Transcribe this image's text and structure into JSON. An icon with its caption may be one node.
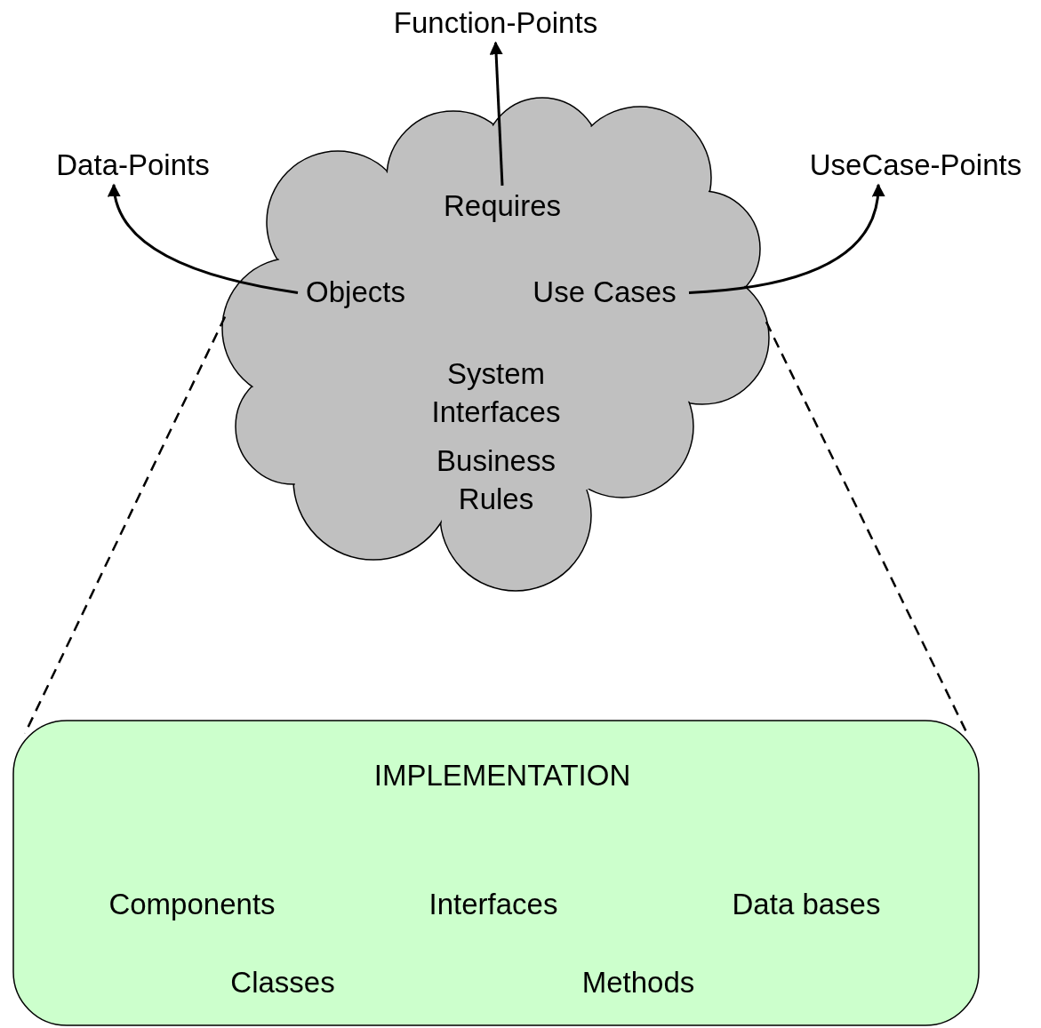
{
  "diagram": {
    "nodes": [
      {
        "text": [
          "System Interfaces",
          "Business Rules"
        ]
      },
      {
        "text": [
          "Requires"
        ],
        "in": 0
      },
      {
        "text": [
          "Objects"
        ],
        "in": 0
      },
      {
        "text": [
          "Use Cases"
        ],
        "in": 0
      },
      {
        "text": [
          "Function-Points"
        ]
      },
      {
        "text": [
          "Data-Points"
        ]
      },
      {
        "text": [
          "UseCase-Points"
        ]
      },
      {
        "text": [
          "IMPLEMENTATION",
          "Components",
          "Interfaces",
          "Data bases",
          "Classes",
          "Methods"
        ]
      }
    ],
    "edges": [
      {
        "from": 1,
        "to": 4,
        "arrow": "to"
      },
      {
        "from": 2,
        "to": 5,
        "arrow": "to"
      },
      {
        "from": 3,
        "to": 6,
        "arrow": "to"
      },
      {
        "from": 0,
        "to": 7,
        "arrow": "none",
        "style": "dashed"
      },
      {
        "from": 0,
        "to": 7,
        "arrow": "none",
        "style": "dashed"
      }
    ]
  }
}
